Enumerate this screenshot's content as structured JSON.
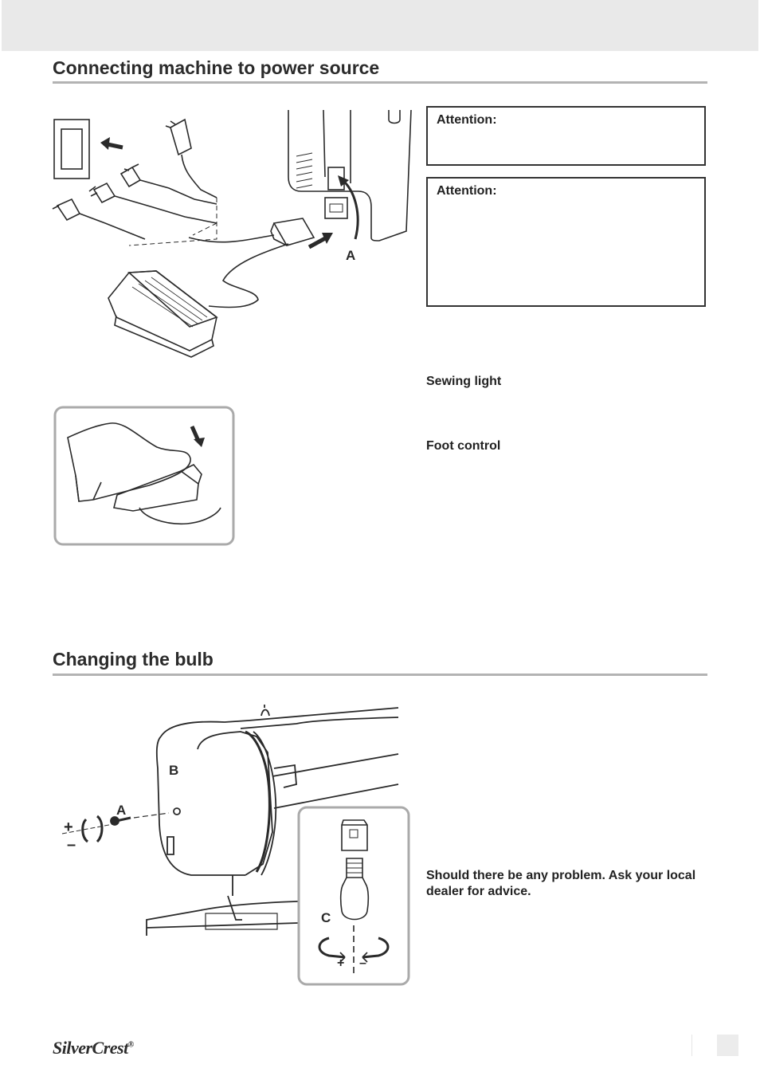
{
  "section1": {
    "title": "Connecting machine to power source",
    "figure_label_a": "A"
  },
  "attention1": {
    "label": "Attention:"
  },
  "attention2": {
    "label": "Attention:"
  },
  "subheads": {
    "sewing_light": "Sewing light",
    "foot_control": "Foot control"
  },
  "section2": {
    "title": "Changing the bulb",
    "figure_label_a": "A",
    "figure_label_b": "B",
    "figure_label_c": "C",
    "plus": "+",
    "minus": "–"
  },
  "note": "Should there be any problem. Ask your local dealer for advice.",
  "footer": {
    "brand": "SilverCrest",
    "reg": "®"
  }
}
